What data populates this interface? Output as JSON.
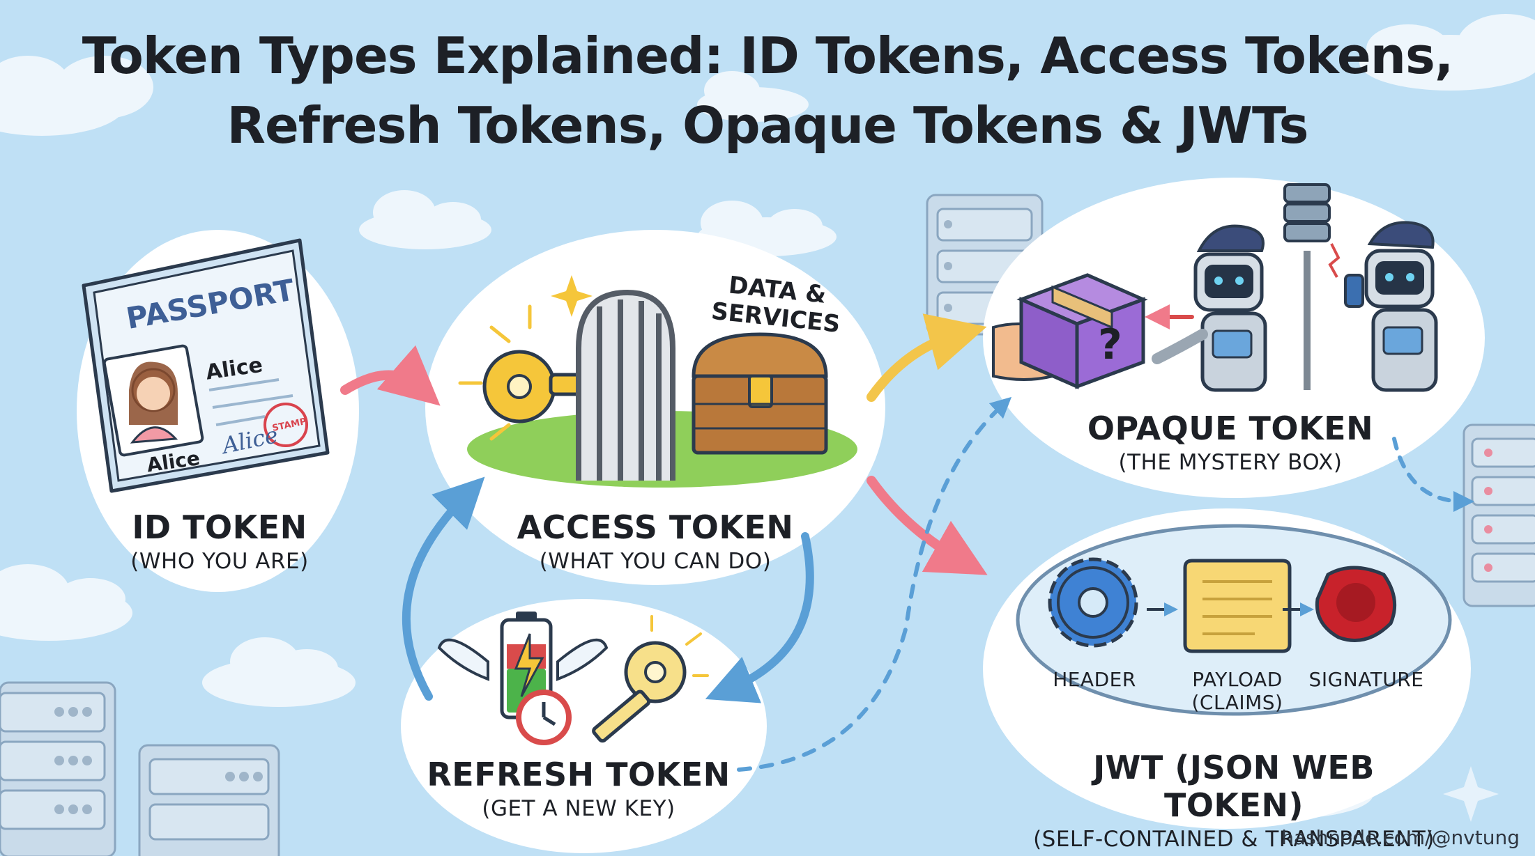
{
  "title_line1": "Token Types Explained: ID Tokens, Access Tokens,",
  "title_line2": "Refresh Tokens, Opaque Tokens & JWTs",
  "id_token": {
    "label": "ID TOKEN",
    "sublabel": "(WHO YOU ARE)",
    "passport_title": "PASSPORT",
    "name_top": "Alice",
    "name_bottom": "Alice",
    "stamp_text": "STAMP",
    "signature": "Alice"
  },
  "access_token": {
    "label": "ACCESS TOKEN",
    "sublabel": "(WHAT YOU CAN DO)",
    "data_line1": "DATA &",
    "data_line2": "SERVICES"
  },
  "refresh_token": {
    "label": "REFRESH TOKEN",
    "sublabel": "(GET A NEW KEY)"
  },
  "opaque_token": {
    "label": "OPAQUE TOKEN",
    "sublabel": "(THE MYSTERY BOX)",
    "box_symbol": "?"
  },
  "jwt": {
    "label": "JWT (JSON WEB TOKEN)",
    "sublabel": "(SELF-CONTAINED & TRANSPARENT)",
    "part_header": "HEADER",
    "part_payload_line1": "PAYLOAD",
    "part_payload_line2": "(CLAIMS)",
    "part_signature": "SIGNATURE"
  },
  "credit": "hashnode.com/@nvtung",
  "colors": {
    "background": "#bfe0f5",
    "pink_arrow": "#f07a8a",
    "yellow_arrow": "#f3c54a",
    "blue_arrow": "#5a9fd6",
    "key_gold": "#f5c63a",
    "chest_brown": "#b9783a",
    "mystery_box": "#9b6bd6",
    "gear_blue": "#3f82d4",
    "scroll_yellow": "#f7d774",
    "seal_red": "#c8222b",
    "server_gray": "#b8ccde"
  }
}
